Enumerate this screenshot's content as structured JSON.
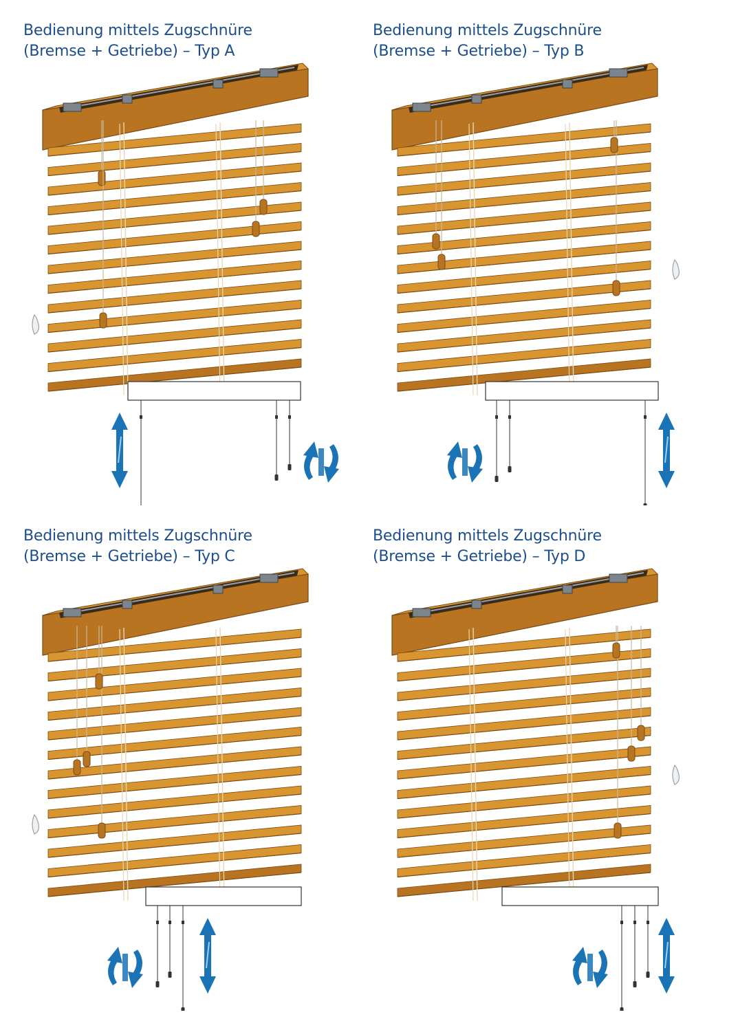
{
  "panels": [
    {
      "id": "A",
      "title_line1": "Bedienung mittels Zugschnüre",
      "title_line2": "(Bremse + Getriebe) – Typ A"
    },
    {
      "id": "B",
      "title_line1": "Bedienung mittels Zugschnüre",
      "title_line2": "(Bremse + Getriebe) – Typ B"
    },
    {
      "id": "C",
      "title_line1": "Bedienung mittels Zugschnüre",
      "title_line2": "(Bremse + Getriebe) – Typ C"
    },
    {
      "id": "D",
      "title_line1": "Bedienung mittels Zugschnüre",
      "title_line2": "(Bremse + Getriebe) – Typ D"
    }
  ],
  "colors": {
    "title": "#1d4e8c",
    "wood_light": "#d9952f",
    "wood_mid": "#b87420",
    "wood_dark": "#7a4a14",
    "arrow_blue": "#1a73b5",
    "diagram_line": "#333333"
  },
  "icons": {
    "lift": "double-arrow-vertical-icon",
    "tilt": "rotate-arrows-icon",
    "cleat": "cord-cleat-icon"
  }
}
